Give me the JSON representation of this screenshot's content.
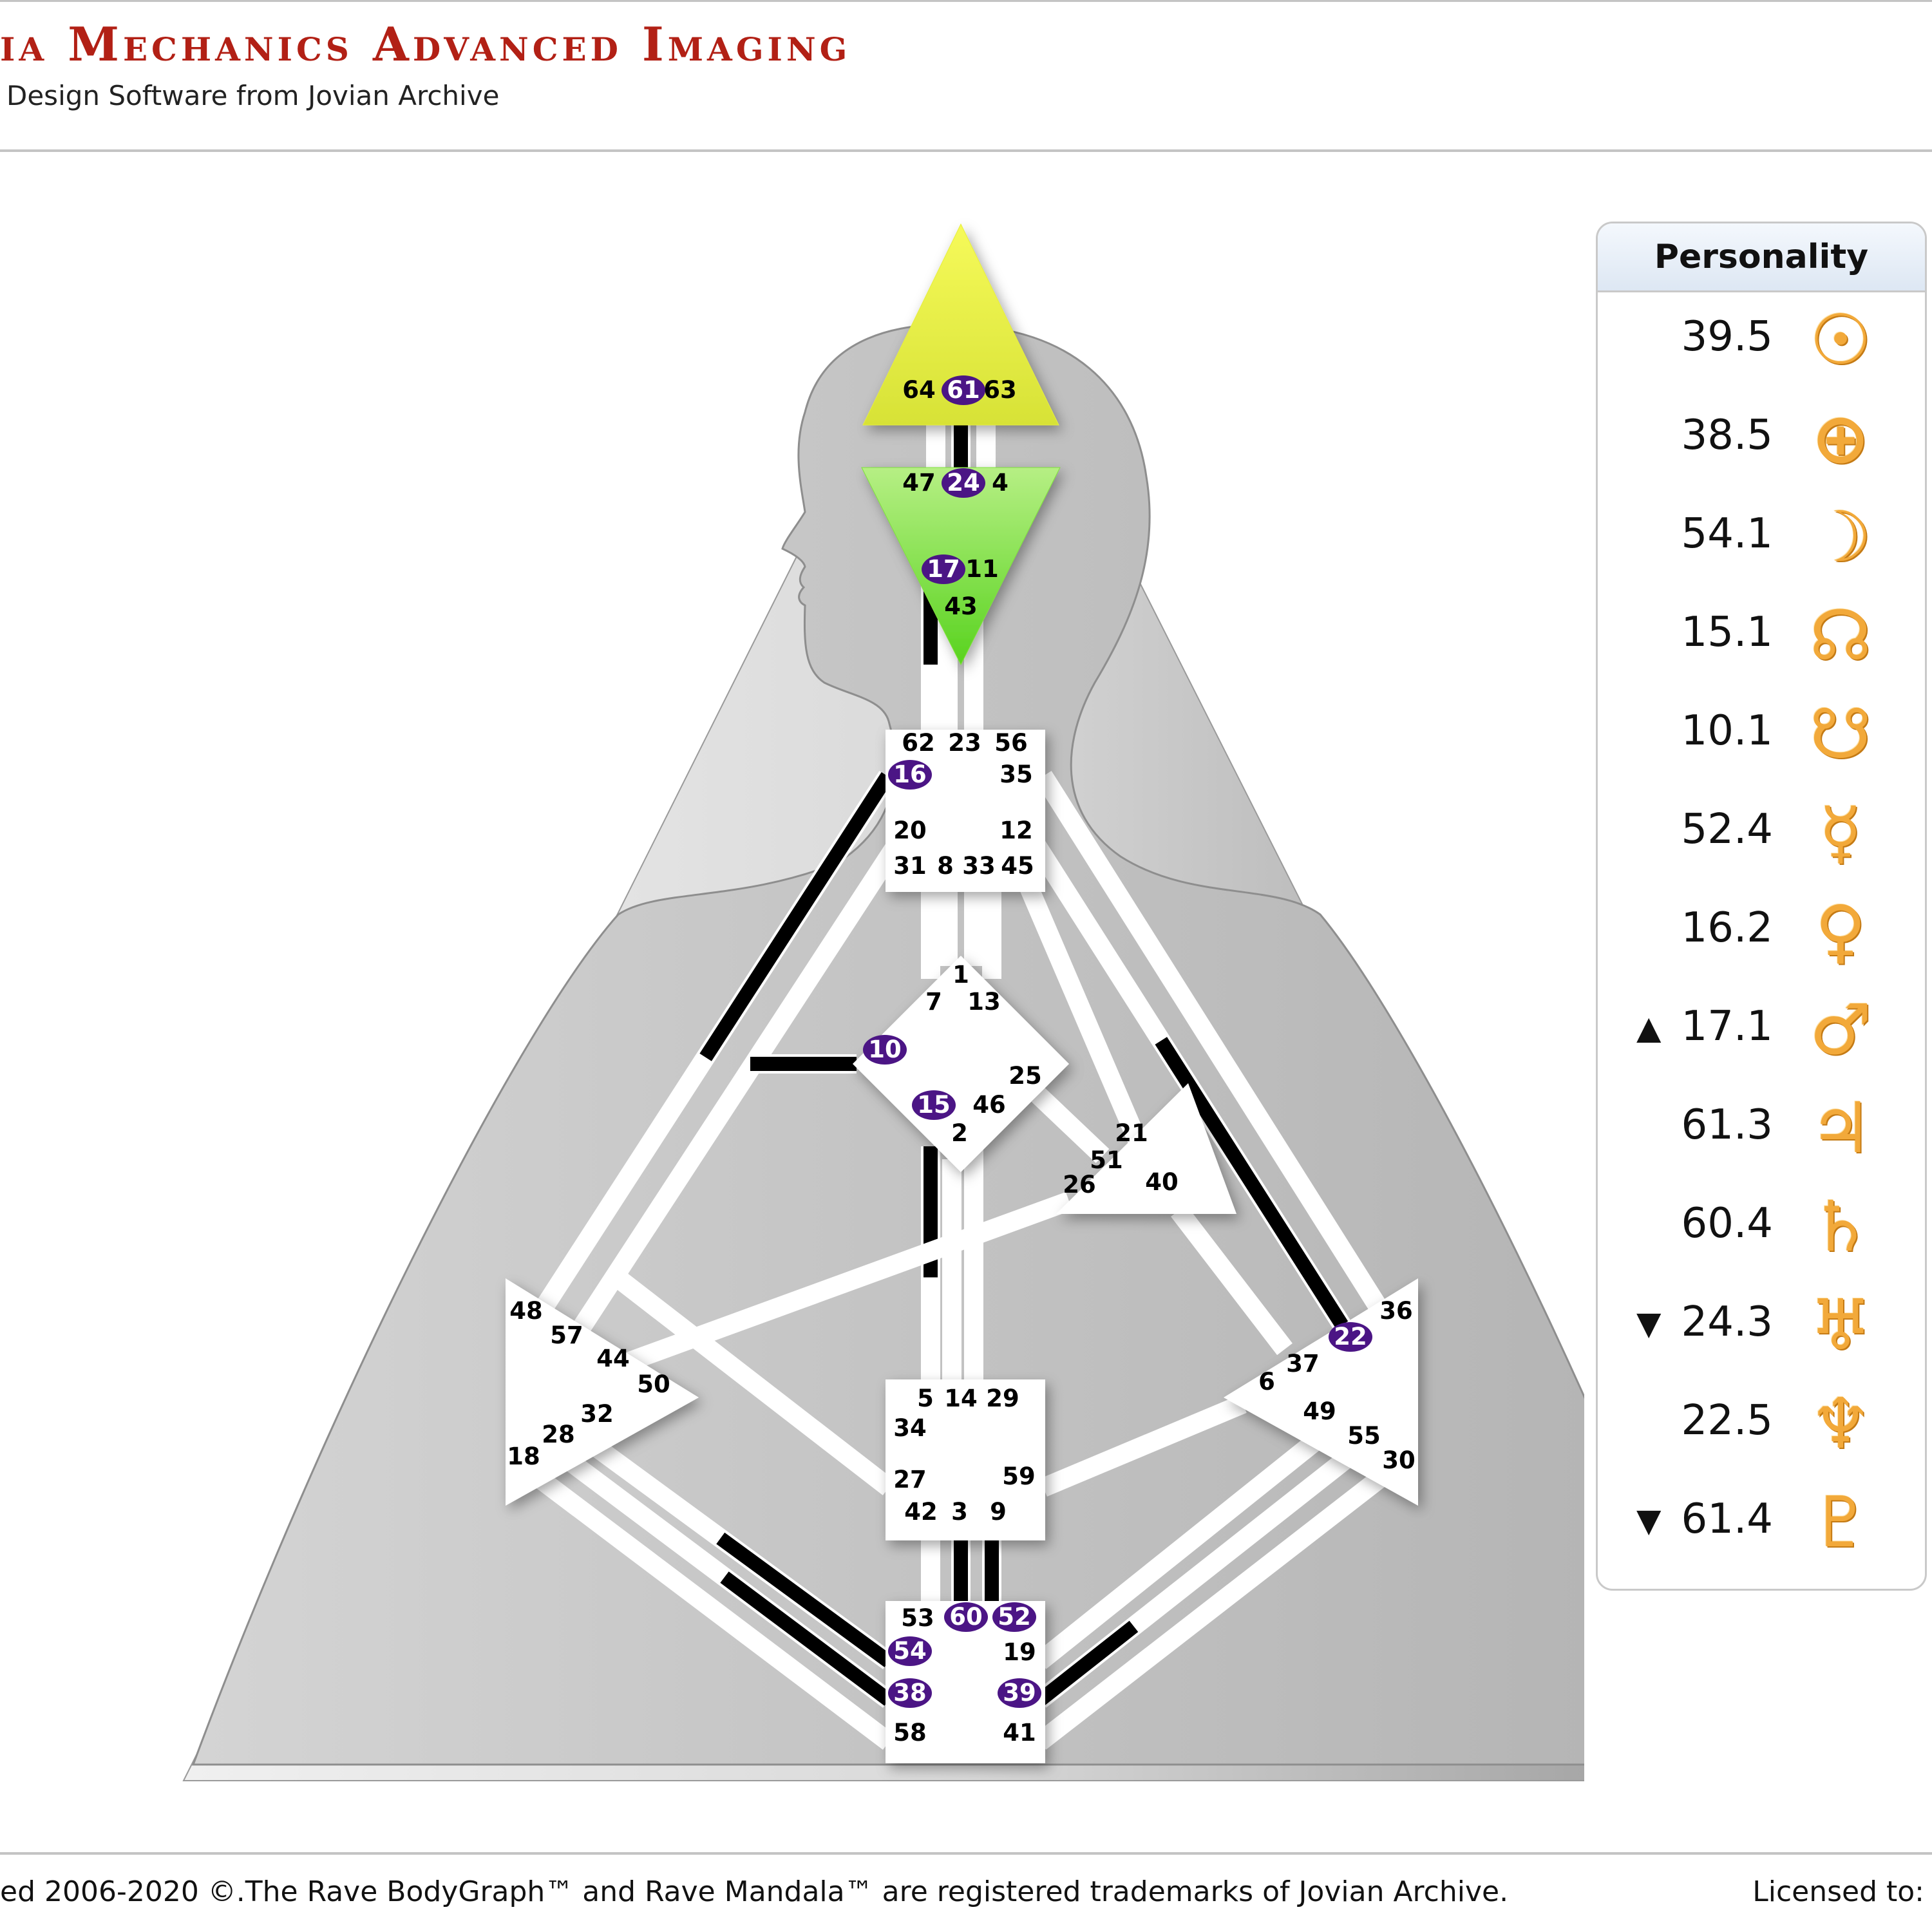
{
  "header": {
    "title": "ia Mechanics Advanced Imaging",
    "subtitle": "Design Software from Jovian Archive"
  },
  "bodygraph": {
    "centers": {
      "head": {
        "color": "#e6ee3c"
      },
      "ajna": {
        "color": "#7fe13a"
      }
    },
    "gates": {
      "64": "64",
      "61": "61",
      "63": "63",
      "47": "47",
      "24": "24",
      "4": "4",
      "17": "17",
      "11": "11",
      "43": "43",
      "62": "62",
      "23": "23",
      "56": "56",
      "16": "16",
      "35": "35",
      "20": "20",
      "12": "12",
      "31": "31",
      "8": "8",
      "33": "33",
      "45": "45",
      "1": "1",
      "7": "7",
      "13": "13",
      "10": "10",
      "25": "25",
      "15": "15",
      "46": "46",
      "2": "2",
      "21": "21",
      "51": "51",
      "26": "26",
      "40": "40",
      "48": "48",
      "57": "57",
      "44": "44",
      "50": "50",
      "32": "32",
      "28": "28",
      "18": "18",
      "36": "36",
      "22": "22",
      "37": "37",
      "6": "6",
      "49": "49",
      "55": "55",
      "30": "30",
      "5": "5",
      "14": "14",
      "29": "29",
      "34": "34",
      "27": "27",
      "59": "59",
      "42": "42",
      "3": "3",
      "9": "9",
      "53": "53",
      "60": "60",
      "52": "52",
      "54": "54",
      "19": "19",
      "38": "38",
      "39": "39",
      "58": "58",
      "41": "41"
    },
    "active_gates": [
      "61",
      "24",
      "17",
      "16",
      "10",
      "15",
      "22",
      "60",
      "52",
      "54",
      "38",
      "39"
    ],
    "active_color": "#4b1585"
  },
  "personality": {
    "title": "Personality",
    "rows": [
      {
        "arrow": "",
        "value": "39.5",
        "glyph": "☉",
        "icon": "sun-icon"
      },
      {
        "arrow": "",
        "value": "38.5",
        "glyph": "⊕",
        "icon": "earth-icon"
      },
      {
        "arrow": "",
        "value": "54.1",
        "glyph": "☽",
        "icon": "moon-icon"
      },
      {
        "arrow": "",
        "value": "15.1",
        "glyph": "☊",
        "icon": "north-node-icon"
      },
      {
        "arrow": "",
        "value": "10.1",
        "glyph": "☋",
        "icon": "south-node-icon"
      },
      {
        "arrow": "",
        "value": "52.4",
        "glyph": "☿",
        "icon": "mercury-icon"
      },
      {
        "arrow": "",
        "value": "16.2",
        "glyph": "♀",
        "icon": "venus-icon"
      },
      {
        "arrow": "▲",
        "value": "17.1",
        "glyph": "♂",
        "icon": "mars-icon"
      },
      {
        "arrow": "",
        "value": "61.3",
        "glyph": "♃",
        "icon": "jupiter-icon"
      },
      {
        "arrow": "",
        "value": "60.4",
        "glyph": "♄",
        "icon": "saturn-icon"
      },
      {
        "arrow": "▼",
        "value": "24.3",
        "glyph": "♅",
        "icon": "uranus-icon"
      },
      {
        "arrow": "",
        "value": "22.5",
        "glyph": "♆",
        "icon": "neptune-icon"
      },
      {
        "arrow": "▼",
        "value": "61.4",
        "glyph": "♇",
        "icon": "pluto-icon"
      }
    ],
    "glyph_color": "#f2a93a"
  },
  "footer": {
    "copyright": "ed 2006-2020 ©.The Rave BodyGraph™ and Rave Mandala™ are registered trademarks of Jovian Archive.",
    "licensed": "Licensed to:"
  }
}
